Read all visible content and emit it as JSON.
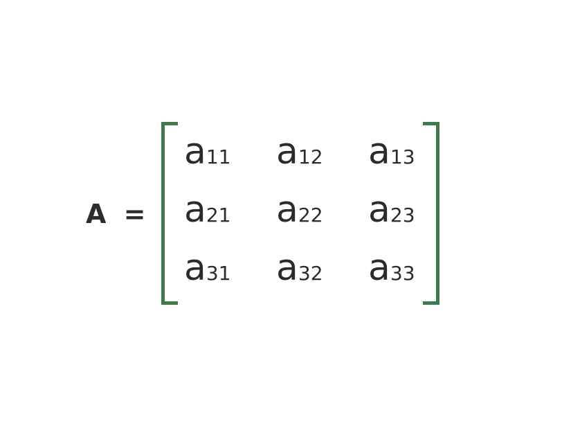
{
  "lhs": "A =",
  "colors": {
    "bracket": "#3f7a4d",
    "text": "#2b2b2b"
  },
  "matrix": {
    "rows": [
      [
        {
          "base": "a",
          "sub": "11"
        },
        {
          "base": "a",
          "sub": "12"
        },
        {
          "base": "a",
          "sub": "13"
        }
      ],
      [
        {
          "base": "a",
          "sub": "21"
        },
        {
          "base": "a",
          "sub": "22"
        },
        {
          "base": "a",
          "sub": "23"
        }
      ],
      [
        {
          "base": "a",
          "sub": "31"
        },
        {
          "base": "a",
          "sub": "32"
        },
        {
          "base": "a",
          "sub": "33"
        }
      ]
    ]
  }
}
